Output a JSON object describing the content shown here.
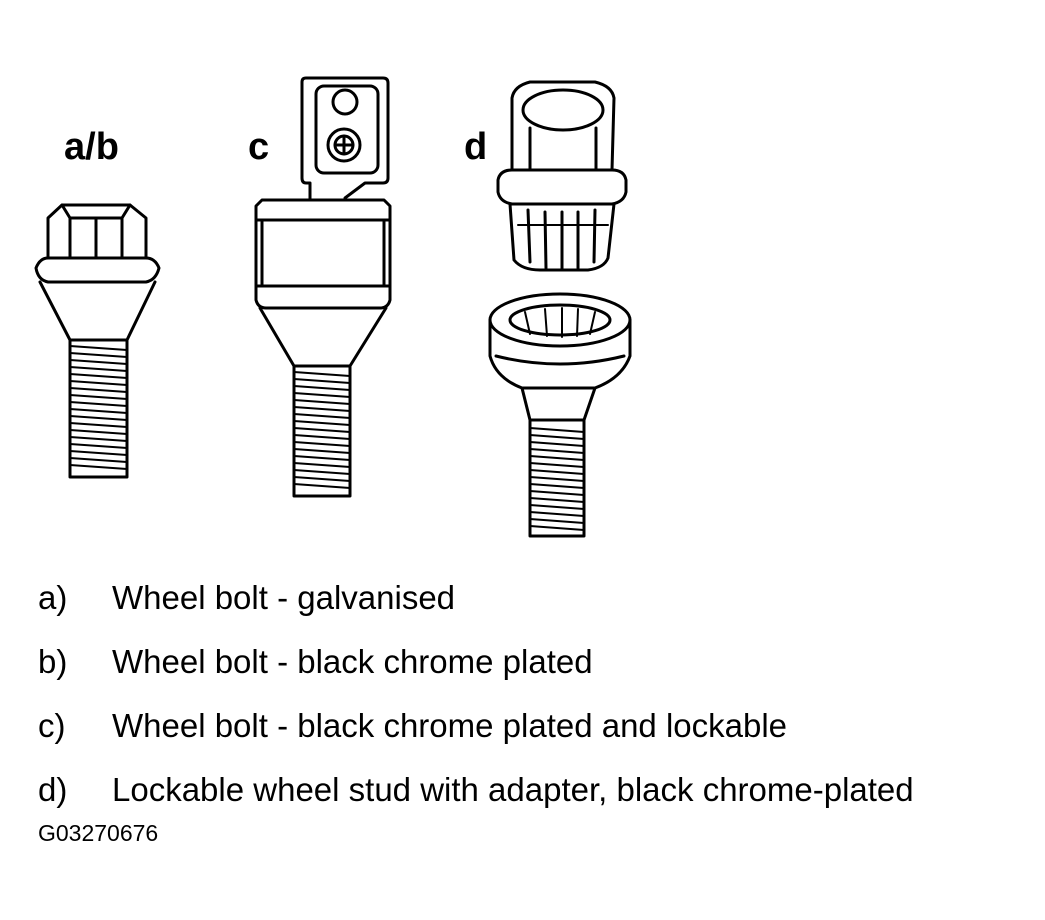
{
  "figure": {
    "labels": {
      "ab": "a/b",
      "c": "c",
      "d": "d"
    },
    "legend": [
      {
        "key": "a)",
        "text": "Wheel bolt - galvanised"
      },
      {
        "key": "b)",
        "text": "Wheel bolt - black chrome plated"
      },
      {
        "key": "c)",
        "text": "Wheel bolt - black chrome plated and lockable"
      },
      {
        "key": "d)",
        "text": "Lockable wheel stud with adapter, black chrome-plated"
      }
    ],
    "code": "G03270676"
  }
}
